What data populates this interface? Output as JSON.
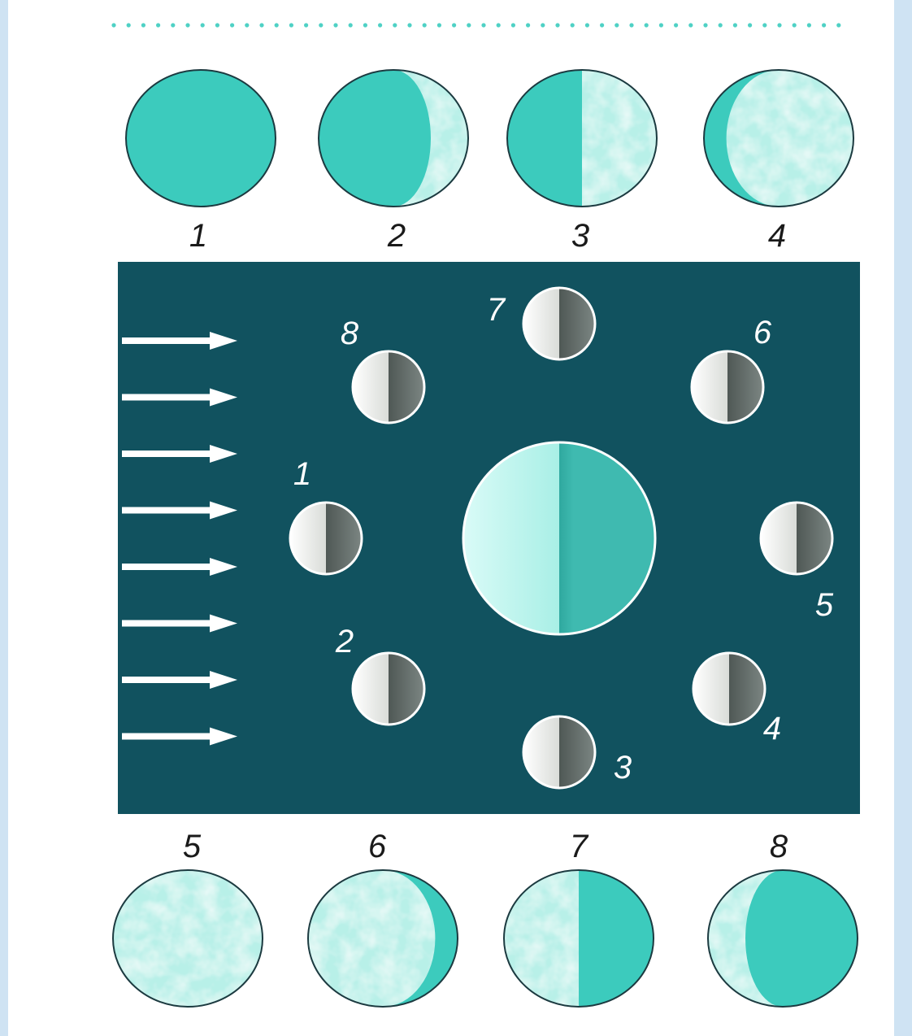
{
  "colors": {
    "background_outer": "#cfe3f3",
    "panel": "#ffffff",
    "orbit_field": "#11525f",
    "dotted_rule": "#4fd1c5",
    "moon_dark": "#3ccbbd",
    "moon_lit": "#e8fbf8",
    "earth_lit": "#c8f7f1",
    "earth_dark": "#3fbab0",
    "small_moon_lit": "#f4f4f2",
    "small_moon_dark": "#6b7572",
    "arrow": "#ffffff"
  },
  "icons": {
    "sunlight": "right-arrow-icon",
    "earth": "half-lit-earth-icon",
    "orbit_moon": "half-lit-moon-icon",
    "phase_moon": "moon-phase-icon"
  },
  "sunlight_arrow_count": 8,
  "phases_top": [
    {
      "label": "1",
      "lit_fraction": 0.0,
      "lit_side": "none"
    },
    {
      "label": "2",
      "lit_fraction": 0.25,
      "lit_side": "right"
    },
    {
      "label": "3",
      "lit_fraction": 0.5,
      "lit_side": "right"
    },
    {
      "label": "4",
      "lit_fraction": 0.85,
      "lit_side": "right"
    }
  ],
  "phases_bottom": [
    {
      "label": "5",
      "lit_fraction": 1.0,
      "lit_side": "full"
    },
    {
      "label": "6",
      "lit_fraction": 0.85,
      "lit_side": "left"
    },
    {
      "label": "7",
      "lit_fraction": 0.5,
      "lit_side": "left"
    },
    {
      "label": "8",
      "lit_fraction": 0.25,
      "lit_side": "left"
    }
  ],
  "orbit_positions": [
    {
      "label": "1"
    },
    {
      "label": "2"
    },
    {
      "label": "3"
    },
    {
      "label": "4"
    },
    {
      "label": "5"
    },
    {
      "label": "6"
    },
    {
      "label": "7"
    },
    {
      "label": "8"
    }
  ]
}
